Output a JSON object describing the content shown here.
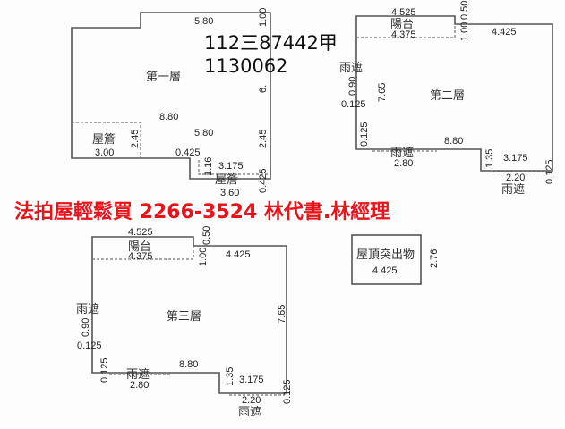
{
  "case_number": "112三87442甲",
  "case_code": "1130062",
  "banner": "法拍屋輕鬆買  2266-3524  林代書.林經理",
  "banner_color": "#e8141c",
  "floor1": {
    "label": "第一層",
    "dims": [
      "5.80",
      "1.00",
      "6.",
      "8.80",
      "5.80",
      "2.45",
      "2.45",
      "3.00",
      "0.425",
      "1.16",
      "3.175",
      "0.425",
      "3.60"
    ],
    "eave1": "屋簷",
    "eave2": "屋簷"
  },
  "floor2": {
    "label": "第二層",
    "balcony": "陽台",
    "canopy": "雨遮",
    "dims": [
      "4.525",
      "4.375",
      "1.00",
      "0.50",
      "4.425",
      "0.90",
      "0.125",
      "7.65",
      "0.125",
      "8.80",
      "2.80",
      "1.35",
      "3.175",
      "2.20",
      "0.125"
    ]
  },
  "floor3": {
    "label": "第三層",
    "balcony": "陽台",
    "canopy": "雨遮",
    "dims": [
      "4.525",
      "4.375",
      "1.00",
      "0.50",
      "4.425",
      "0.90",
      "0.125",
      "7.65",
      "0.125",
      "8.80",
      "2.80",
      "1.35",
      "3.175",
      "2.20",
      "0.125"
    ]
  },
  "roof": {
    "label": "屋頂突出物",
    "dims": [
      "4.425",
      "2.76"
    ]
  }
}
